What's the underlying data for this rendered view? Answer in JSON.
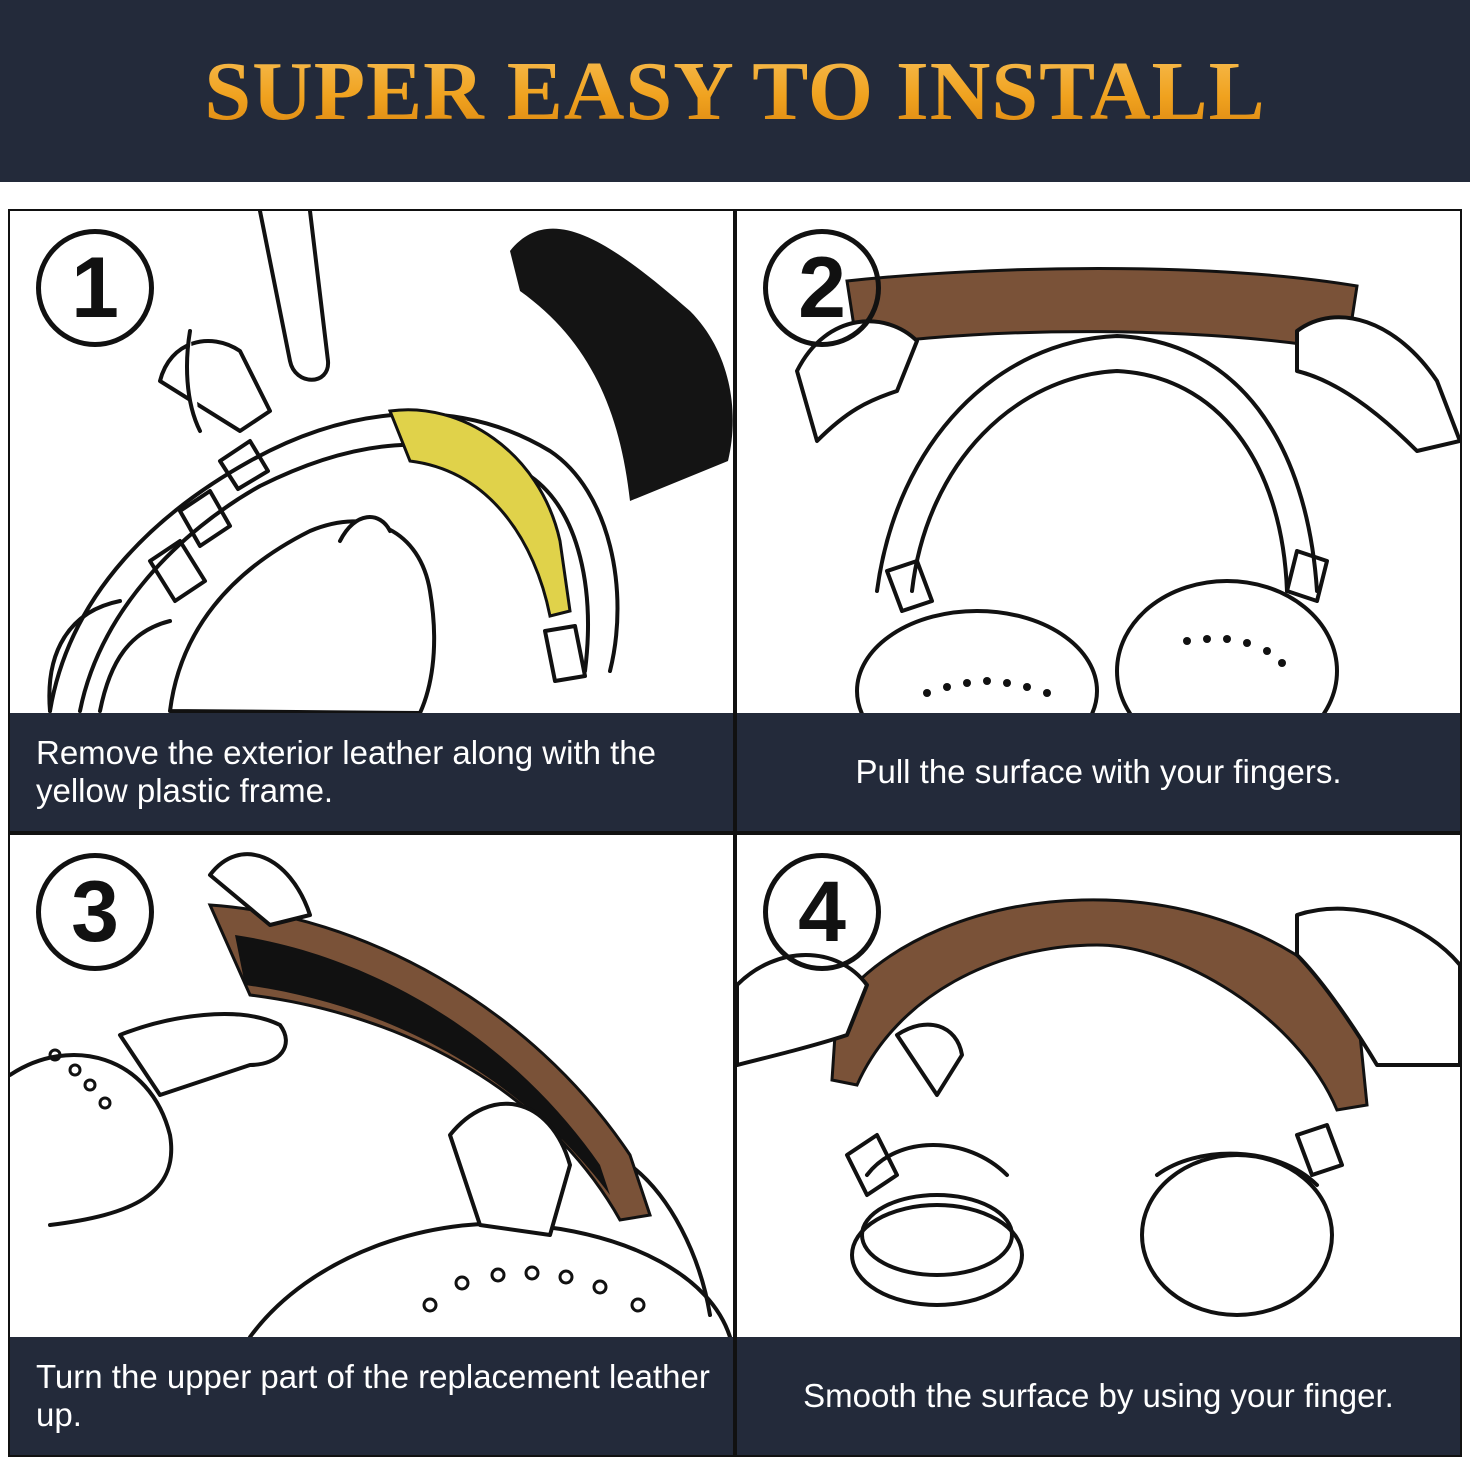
{
  "header": {
    "title": "SUPER EASY TO INSTALL"
  },
  "colors": {
    "banner_bg": "#232a3a",
    "title_gold": "#f0a21f",
    "leather_brown": "#7a5238",
    "frame_yellow": "#e0d24a",
    "caption_bg": "#232a3a"
  },
  "steps": [
    {
      "number": "1",
      "caption": "Remove the exterior leather along with the yellow plastic frame."
    },
    {
      "number": "2",
      "caption": "Pull the surface with your fingers."
    },
    {
      "number": "3",
      "caption": "Turn the upper part of the replacement leather up."
    },
    {
      "number": "4",
      "caption": "Smooth the surface by using your finger."
    }
  ]
}
